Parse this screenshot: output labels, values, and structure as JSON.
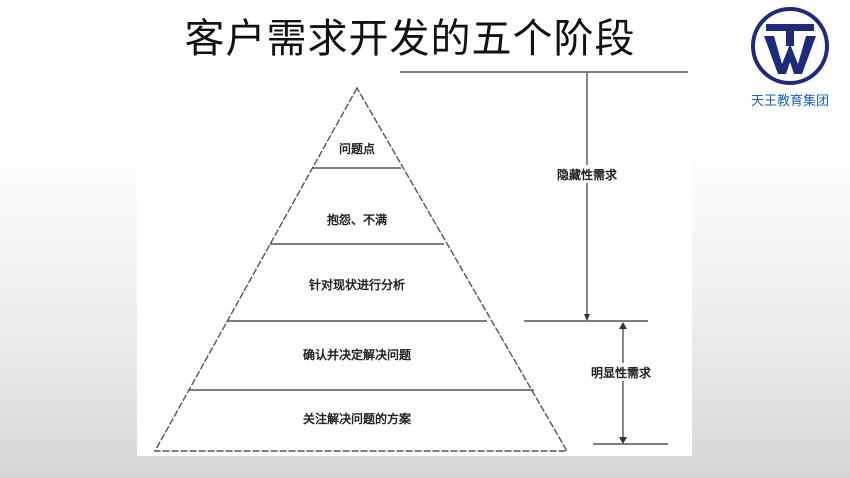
{
  "title": "客户需求开发的五个阶段",
  "logo": {
    "text": "天王教育集团",
    "mark": "TW",
    "color": "#1f2a7a",
    "text_color": "#1a5fc4"
  },
  "pyramid": {
    "levels": [
      "问题点",
      "抱怨、不满",
      "针对现状进行分析",
      "确认并决定解决问题",
      "关注解决问题的方案"
    ]
  },
  "brackets": {
    "hidden": "隐藏性需求",
    "explicit": "明显性需求"
  }
}
